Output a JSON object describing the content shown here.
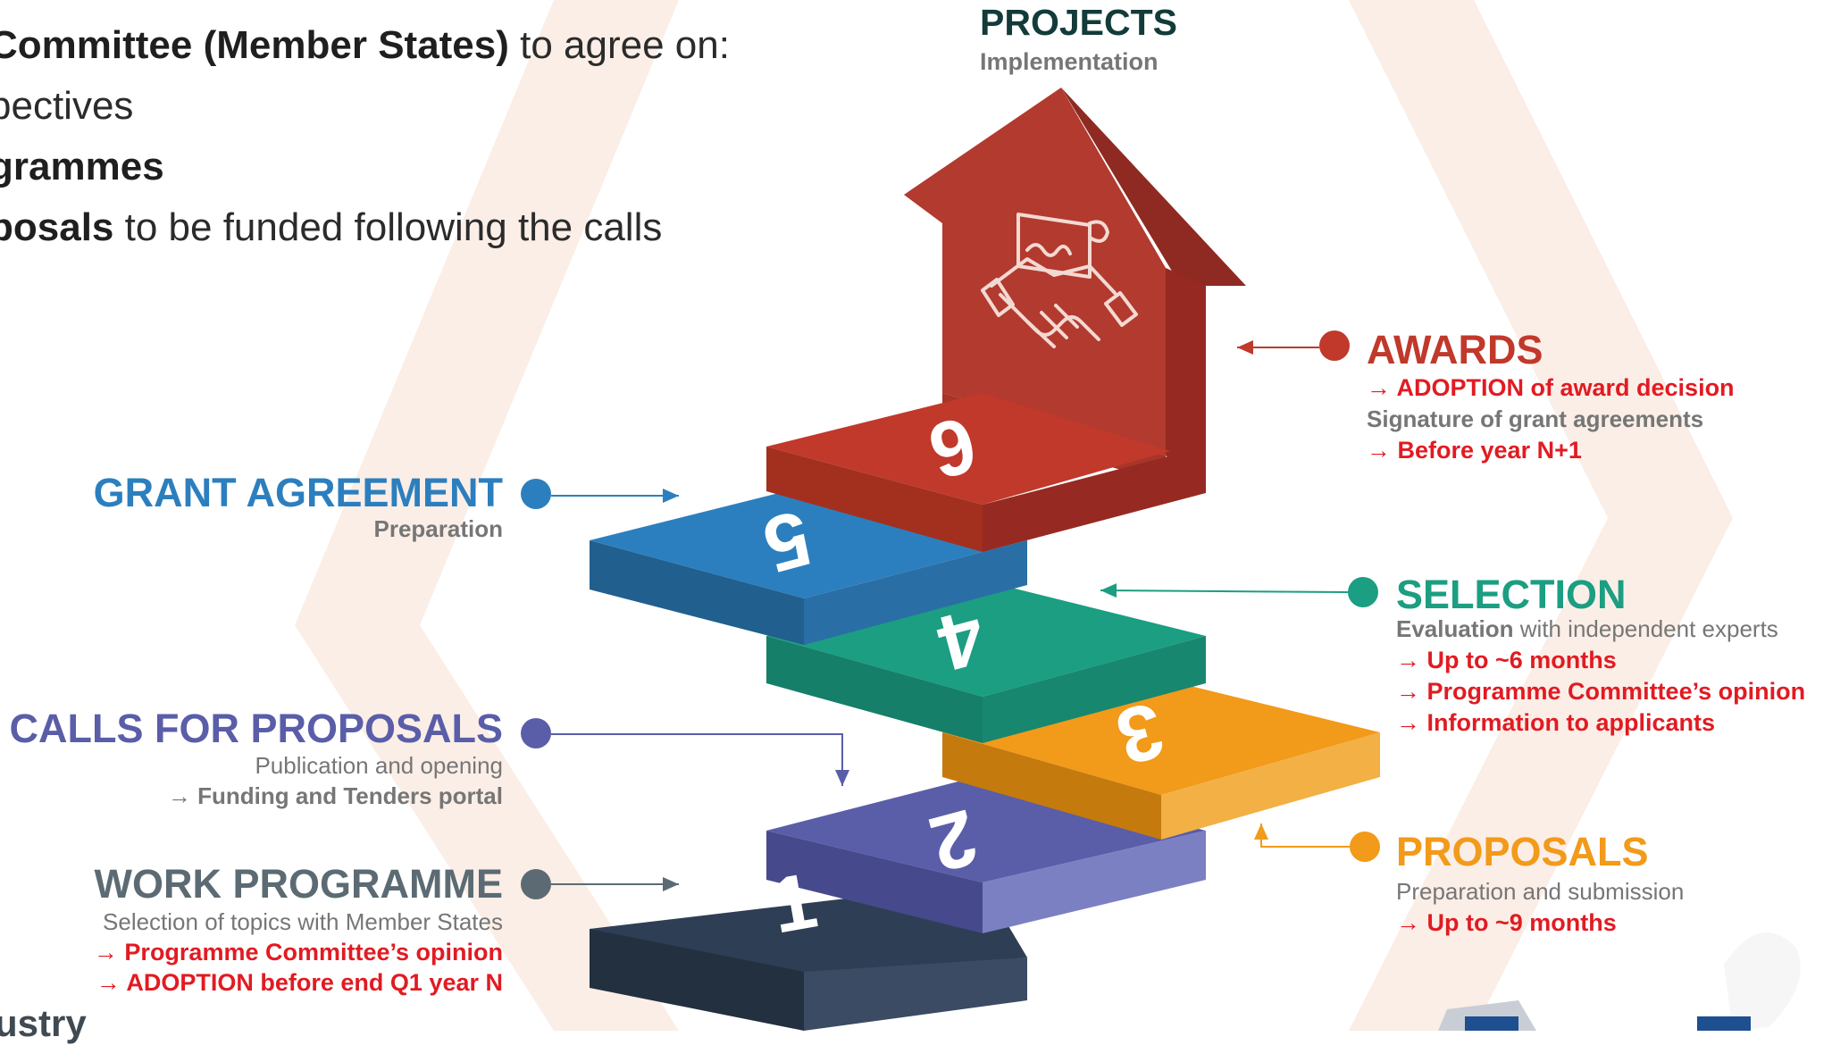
{
  "intro": {
    "line1_bold": "Committee (Member States)",
    "line1_rest": " to agree on:",
    "line2": "bectives",
    "line3_bold": "grammes",
    "line4_bold": "posals",
    "line4_rest": " to be funded following the calls"
  },
  "projects": {
    "title": "PROJECTS",
    "subtitle": "Implementation"
  },
  "steps": [
    {
      "number": "1",
      "color": "#2e3e55"
    },
    {
      "number": "2",
      "color": "#5a5ea8"
    },
    {
      "number": "3",
      "color": "#f29a1a"
    },
    {
      "number": "4",
      "color": "#1b9e82"
    },
    {
      "number": "5",
      "color": "#2c7fbe"
    },
    {
      "number": "6",
      "color": "#c0392b"
    }
  ],
  "work_programme": {
    "title": "WORK PROGRAMME",
    "line1": "Selection of topics with Member States",
    "line2": "→ Programme Committee’s opinion",
    "line3": "→ ADOPTION before end Q1 year N",
    "color": "#5c6b73"
  },
  "calls": {
    "title": "CALLS FOR PROPOSALS",
    "line1": "Publication and opening",
    "line2": "→ Funding and Tenders portal",
    "color": "#5a5ea8"
  },
  "grant_agreement": {
    "title": "GRANT AGREEMENT",
    "line1": "Preparation",
    "color": "#2c7fbe"
  },
  "awards": {
    "title": "AWARDS",
    "line1": "→ ADOPTION of award decision",
    "line2": "Signature of grant agreements",
    "line3": "→ Before year N+1",
    "color": "#c0392b"
  },
  "selection": {
    "title": "SELECTION",
    "line1_bold": "Evaluation",
    "line1_rest": " with independent  experts",
    "line2": "→ Up to ~6 months",
    "line3": "→ Programme  Committee’s opinion",
    "line4": "→ Information to applicants",
    "color": "#1b9e82"
  },
  "proposals": {
    "title": "PROPOSALS",
    "line1": "Preparation and submission",
    "line2": "→ Up to ~9 months",
    "color": "#f29a1a"
  },
  "footer": {
    "left_fragment": "ustry"
  },
  "icons": {
    "arrow": "handshake-document-icon"
  }
}
